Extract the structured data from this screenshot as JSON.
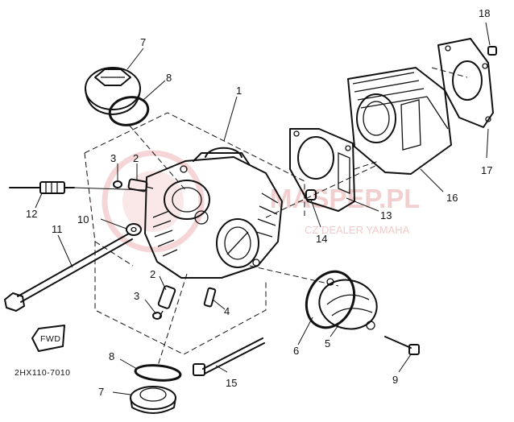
{
  "diagram": {
    "catalog_code": "2HX110-7010",
    "fwd_label": "FWD",
    "watermark": {
      "main": "MASPEP.PL",
      "sub": "CZ  DEALER YAMAHA"
    },
    "callouts": [
      {
        "id": "1",
        "text": "1"
      },
      {
        "id": "2a",
        "text": "2"
      },
      {
        "id": "2b",
        "text": "2"
      },
      {
        "id": "3a",
        "text": "3"
      },
      {
        "id": "3b",
        "text": "3"
      },
      {
        "id": "4",
        "text": "4"
      },
      {
        "id": "5",
        "text": "5"
      },
      {
        "id": "6",
        "text": "6"
      },
      {
        "id": "7a",
        "text": "7"
      },
      {
        "id": "7b",
        "text": "7"
      },
      {
        "id": "8a",
        "text": "8"
      },
      {
        "id": "8b",
        "text": "8"
      },
      {
        "id": "9",
        "text": "9"
      },
      {
        "id": "10",
        "text": "10"
      },
      {
        "id": "11",
        "text": "11"
      },
      {
        "id": "12",
        "text": "12"
      },
      {
        "id": "13",
        "text": "13"
      },
      {
        "id": "14",
        "text": "14"
      },
      {
        "id": "15",
        "text": "15"
      },
      {
        "id": "16",
        "text": "16"
      },
      {
        "id": "17",
        "text": "17"
      },
      {
        "id": "18",
        "text": "18"
      }
    ]
  }
}
